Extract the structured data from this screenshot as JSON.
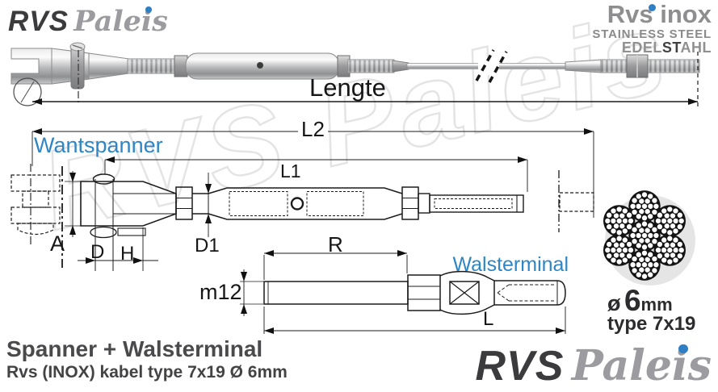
{
  "brand": {
    "rvs": "RVS",
    "paleis": "Paleis"
  },
  "header_right": {
    "line1": "Rvs inox",
    "line2": "STAINLESS STEEL",
    "line3_pre": "EDEL",
    "line3_mid": "ST",
    "line3_post": "AHL"
  },
  "photo": {
    "length_label": "Lengte"
  },
  "wantspanner": {
    "label": "Wantspanner",
    "dim_l2": "L2",
    "dim_l1": "L1",
    "dim_a": "A",
    "dim_d": "D",
    "dim_h": "H",
    "dim_d1": "D1"
  },
  "walsterminal": {
    "label": "Walsterminal",
    "dim_r": "R",
    "dim_thread": "m12",
    "dim_l": "L"
  },
  "cable": {
    "diameter_symbol": "ø",
    "diameter_value": "6",
    "diameter_unit": "mm",
    "type_label": "type 7x19",
    "construction": {
      "strands": 7,
      "wires_per_strand": 19
    }
  },
  "footer": {
    "title": "Spanner + Walsterminal",
    "subtitle": "Rvs (INOX) kabel type 7x19 Ø 6mm"
  },
  "watermark": "RVS Paleis",
  "colors": {
    "accent_blue": "#2e86c6",
    "logo_dark": "#3b3b3d",
    "logo_gray": "#9c9ca0",
    "text_dark": "#4a4a4c",
    "line": "#1b1b1b"
  }
}
